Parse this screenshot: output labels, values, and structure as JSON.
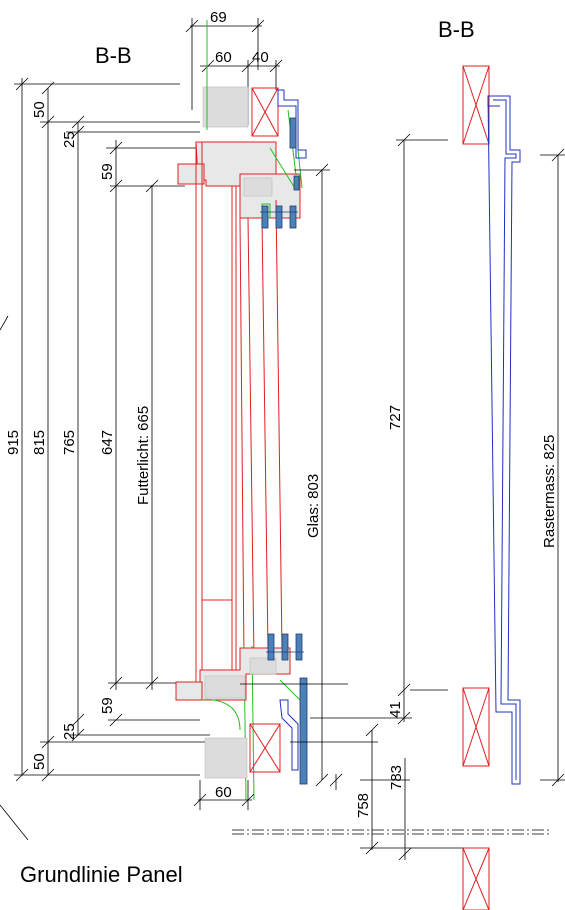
{
  "titles": {
    "left": "B-B",
    "right": "B-B"
  },
  "baseline_label": "Grundlinie Panel",
  "dims": {
    "top_69": "69",
    "top_60": "60",
    "top_40": "40",
    "d50_top": "50",
    "d25_top": "25",
    "d59_top": "59",
    "d915": "915",
    "d815": "815",
    "d765": "765",
    "d647": "647",
    "futterlicht": "Futterlicht: 665",
    "glas": "Glas: 803",
    "d727": "727",
    "rastermass": "Rastermass: 825",
    "d59_bot": "59",
    "d25_bot": "25",
    "d50_bot": "50",
    "d41": "41",
    "bot_60": "60",
    "d758": "758",
    "d783": "783"
  },
  "colors": {
    "frame": "#e02020",
    "seal": "#20c020",
    "profile": "#2030c0",
    "steel": "#4d7fb8",
    "fill": "#dcdcdc"
  }
}
